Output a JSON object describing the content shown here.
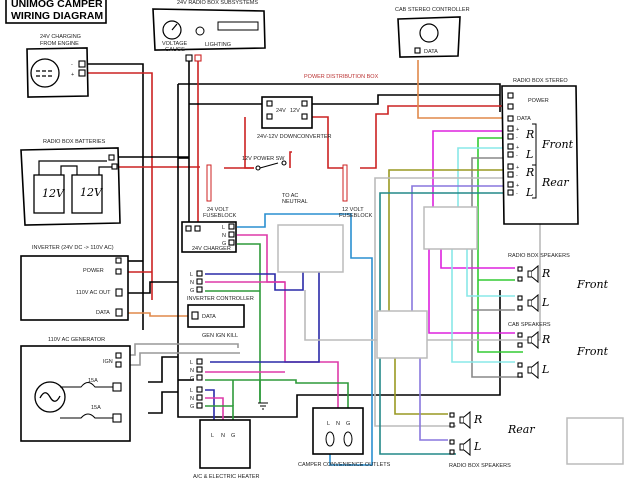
{
  "title": {
    "line1": "UNIMOG CAMPER",
    "line2": "WIRING DIAGRAM"
  },
  "components": {
    "charging": {
      "label_1": "24V CHARGING",
      "label_2": "FROM ENGINE",
      "neg": "-",
      "pos": "+"
    },
    "subsystems": {
      "label": "24V RADIO BOX SUBSYSTEMS",
      "gauge_1": "VOLTAGE",
      "gauge_2": "GAUGE",
      "lighting": "LIGHTING",
      "neg": "-",
      "pos": "+"
    },
    "cab_controller": {
      "label": "CAB STEREO CONTROLLER",
      "data": "DATA"
    },
    "stereo": {
      "label": "RADIO BOX STEREO",
      "power": "POWER",
      "data": "DATA",
      "front": "Front",
      "rear": "Rear",
      "pins": [
        "-",
        "+",
        "",
        "+",
        "-",
        "+",
        "-",
        "+",
        "-",
        "+",
        "-"
      ],
      "channels": [
        "R",
        "L",
        "R",
        "L"
      ]
    },
    "batteries": {
      "label": "RADIO BOX BATTERIES",
      "cell": "12V",
      "neg": "-",
      "pos": "+"
    },
    "inverter": {
      "label": "INVERTER (24V DC -> 110V AC)",
      "power": "POWER",
      "ac_out": "110V AC OUT",
      "data": "DATA"
    },
    "generator": {
      "label": "110V AC GENERATOR",
      "ign": "IGN",
      "fuse_1": "15A",
      "fuse_2": "15A"
    },
    "distribution": {
      "label": "POWER DISTRIBUTION BOX",
      "downconverter": "24V-12V DOWNCONVERTER",
      "dc_in": "24V",
      "dc_out": "12V",
      "power_switch": "12V POWER SW",
      "to_ac_1": "TO AC",
      "to_ac_2": "NEUTRAL",
      "fuse24_1": "24 VOLT",
      "fuse24_2": "FUSEBLOCK",
      "fuse12_1": "12 VOLT",
      "fuse12_2": "FUSEBLOCK",
      "charger": "24V CHARGER",
      "inverter_controller": "INVERTER CONTROLLER",
      "data": "DATA",
      "gen_ign_kill": "GEN IGN KILL",
      "lng": [
        "L",
        "N",
        "G"
      ]
    },
    "heater": {
      "label": "A/C & ELECTRIC HEATER",
      "pins": [
        "L",
        "N",
        "G"
      ]
    },
    "outlets": {
      "label": "CAMPER CONVENIENCE OUTLETS",
      "pins": [
        "L",
        "N",
        "G"
      ]
    },
    "speakers": {
      "radio_front": "RADIO BOX SPEAKERS",
      "cab": "CAB SPEAKERS",
      "radio_rear": "RADIO BOX SPEAKERS",
      "front": "Front",
      "rear": "Rear",
      "R": "R",
      "L": "L",
      "plus": "+",
      "minus": "-"
    }
  },
  "wire_colors": {
    "power_pos": "#cc2222",
    "ground": "#000000",
    "data": "#e0884a",
    "ac_line": "#2a2aa8",
    "ac_neutral": "#dd3aa8",
    "ac_ground": "#2e9a3a",
    "outlet_line": "#2a8fd0",
    "front_r_pos": "#dd22dd",
    "front_r_neg": "#33cc33",
    "front_l_pos": "#88e8e8",
    "front_l_neg": "#888888",
    "rear_r_pos": "#999922",
    "rear_r_neg": "#bbbbbb",
    "rear_l_pos": "#8877dd",
    "rear_l_neg": "#228888"
  }
}
